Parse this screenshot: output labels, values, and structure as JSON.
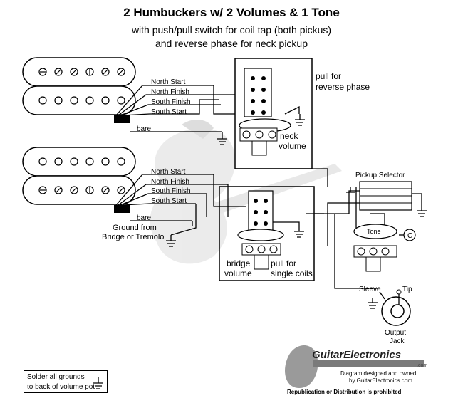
{
  "title": "2 Humbuckers w/ 2 Volumes & 1 Tone",
  "subtitle_line1": "with push/pull switch for coil tap (both pickus)",
  "subtitle_line2": "and reverse phase for neck pickup",
  "neck_pickup": {
    "leads": [
      "North Start",
      "North Finish",
      "South Finish",
      "South Start"
    ],
    "bare": "bare"
  },
  "bridge_pickup": {
    "leads": [
      "North Start",
      "North Finish",
      "South Finish",
      "South Start"
    ],
    "bare": "bare"
  },
  "ground_note": [
    "Ground from",
    "Bridge or Tremolo"
  ],
  "pull_reverse": [
    "pull for",
    "reverse phase"
  ],
  "neck_volume": [
    "neck",
    "volume"
  ],
  "bridge_volume": [
    "bridge",
    "volume"
  ],
  "pull_single": [
    "pull for",
    "single coils"
  ],
  "pickup_selector": "Pickup Selector",
  "tone": "Tone",
  "jack": {
    "sleeve": "Sleeve",
    "tip": "Tip",
    "label": [
      "Output",
      "Jack"
    ]
  },
  "solder_note": [
    "Solder all grounds",
    "to back of volume pot"
  ],
  "brand": {
    "name": "GuitarElectronics",
    "suffix": ".com",
    "line1": "Diagram designed and owned",
    "line2": "by GuitarElectronics.com.",
    "line3": "Republication or Distribution is prohibited"
  },
  "colors": {
    "wire": "#000000",
    "pickup_fill": "#ffffff",
    "watermark": "#d9d9d9"
  }
}
